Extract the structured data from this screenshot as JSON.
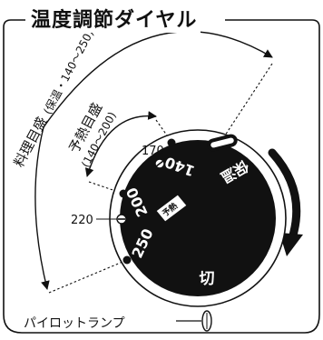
{
  "title": "温度調節ダイヤル",
  "scale_outer": {
    "label": "料理目盛",
    "note": "(保温・140〜250)"
  },
  "scale_inner": {
    "label": "予熱目盛",
    "note": "(140〜200)"
  },
  "side_marks": {
    "t170": "170",
    "t220": "220"
  },
  "dial_labels": {
    "hoon": "保温",
    "t140": "140",
    "t200": "200",
    "t250": "250",
    "off": "切",
    "preheat_badge": "予熱"
  },
  "pilot_lamp": "パイロットランプ",
  "colors": {
    "dial": "#111111",
    "ink": "#111111",
    "background": "#ffffff"
  }
}
